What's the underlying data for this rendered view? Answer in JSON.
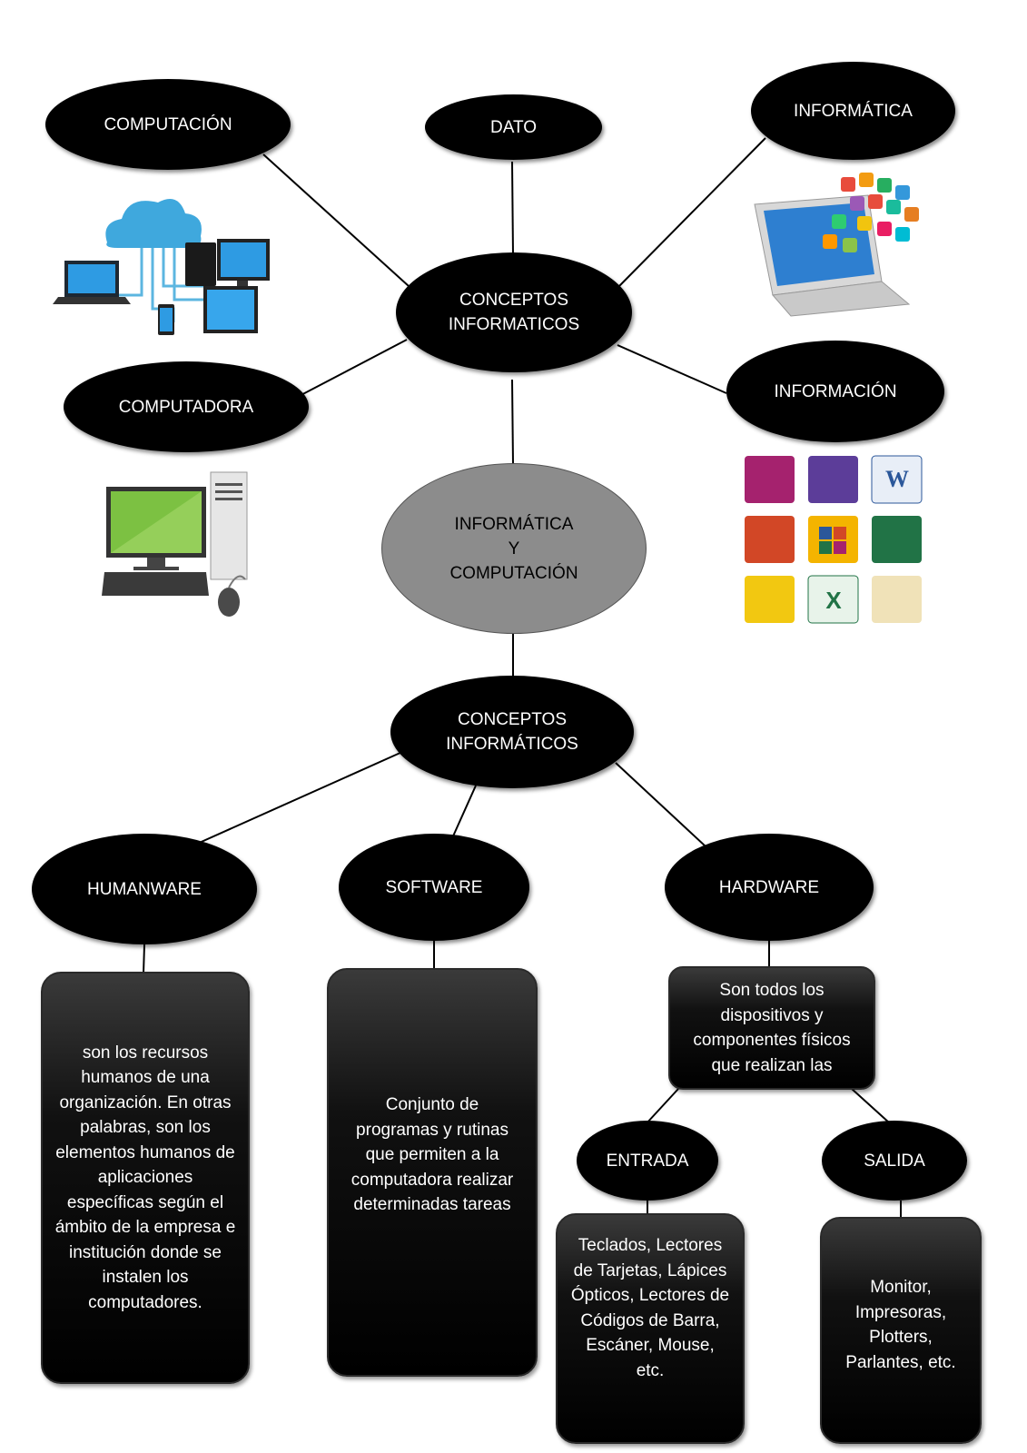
{
  "nodes": {
    "computacion": "COMPUTACIÓN",
    "dato": "DATO",
    "informatica": "INFORMÁTICA",
    "conceptos_top": "CONCEPTOS\nINFORMATICOS",
    "computadora": "COMPUTADORA",
    "informacion": "INFORMACIÓN",
    "center": "INFORMÁTICA\nY\nCOMPUTACIÓN",
    "conceptos_bottom": "CONCEPTOS\nINFORMÁTICOS",
    "humanware": "HUMANWARE",
    "software": "SOFTWARE",
    "hardware": "HARDWARE",
    "entrada": "ENTRADA",
    "salida": "SALIDA"
  },
  "boxes": {
    "humanware_desc": "son los recursos humanos de una organización. En otras palabras, son los elementos humanos de aplicaciones específicas según el ámbito de la empresa e institución donde se instalen los computadores.",
    "software_desc": "Conjunto de programas y rutinas que permiten a la computadora realizar determinadas tareas",
    "hardware_desc": "Son todos los dispositivos y componentes físicos que realizan las",
    "entrada_desc": "Teclados, Lectores de Tarjetas, Lápices Ópticos, Lectores de Códigos de Barra, Escáner, Mouse, etc.",
    "salida_desc": "Monitor, Impresoras, Plotters, Parlantes, etc."
  },
  "icons": {
    "network": "cloud-network-icon",
    "laptop_apps": "laptop-apps-icon",
    "desktop": "desktop-computer-icon",
    "office": "office-apps-icon"
  }
}
